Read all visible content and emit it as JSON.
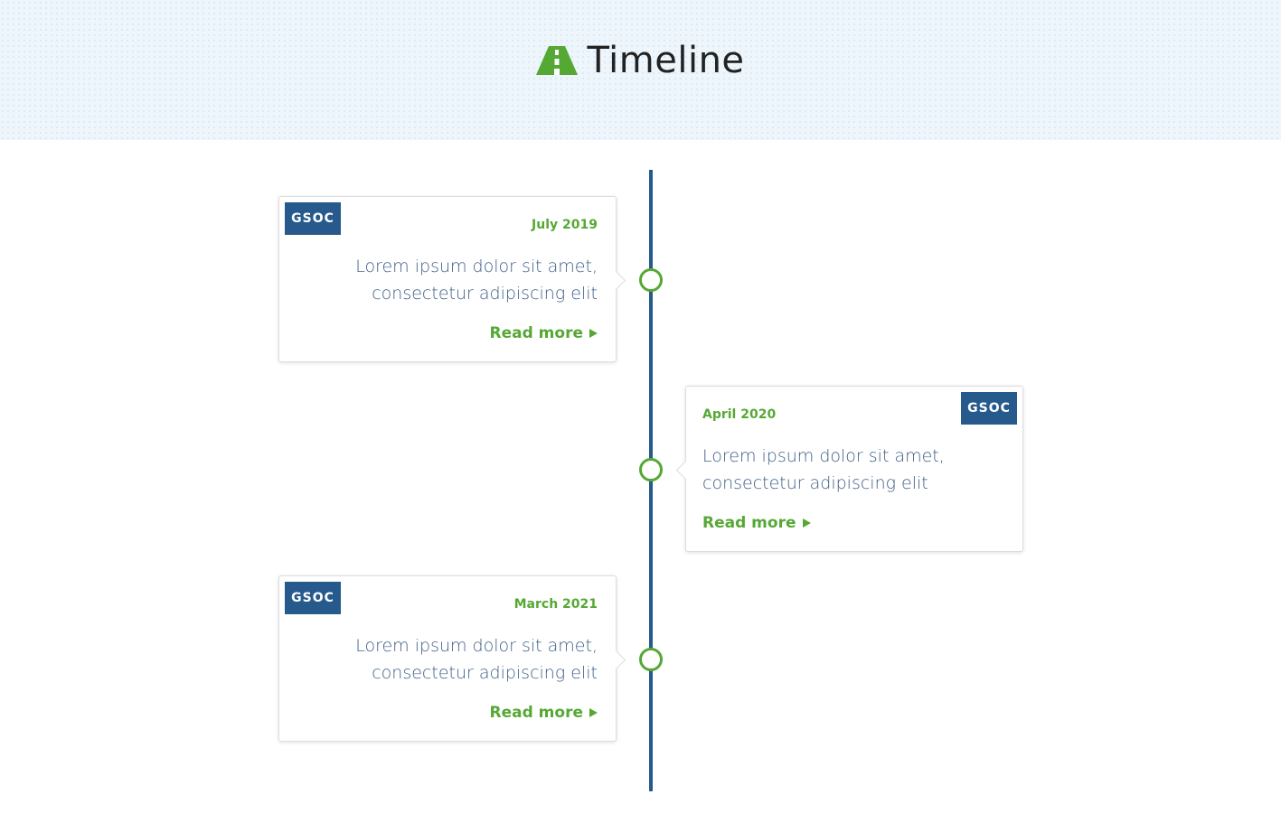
{
  "header": {
    "title": "Timeline",
    "icon": "road-icon",
    "icon_color": "#56a834"
  },
  "colors": {
    "accent": "#56a834",
    "primary": "#275a8c",
    "body_text": "#3f5f86"
  },
  "events": [
    {
      "side": "left",
      "badge": "GSOC",
      "date": "July 2019",
      "description": "Lorem ipsum dolor sit amet, consectetur adipiscing elit",
      "link": "Read more"
    },
    {
      "side": "right",
      "badge": "GSOC",
      "date": "April 2020",
      "description": "Lorem ipsum dolor sit amet, consectetur adipiscing elit",
      "link": "Read more"
    },
    {
      "side": "left",
      "badge": "GSOC",
      "date": "March 2021",
      "description": "Lorem ipsum dolor sit amet, consectetur adipiscing elit",
      "link": "Read more"
    }
  ]
}
